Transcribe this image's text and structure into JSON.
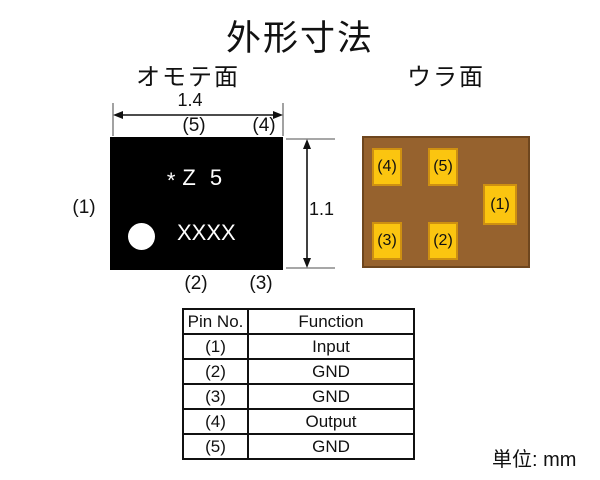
{
  "title": "外形寸法",
  "front": {
    "label": "オモテ面",
    "width_dim": "1.4",
    "height_dim": "1.1",
    "marking_star": "*",
    "marking_code": "Z 5",
    "marking_lot": "XXXX",
    "pin_labels": {
      "p1": "(1)",
      "p2": "(2)",
      "p3": "(3)",
      "p4": "(4)",
      "p5": "(5)"
    }
  },
  "back": {
    "label": "ウラ面",
    "pads": [
      "(4)",
      "(5)",
      "(1)",
      "(3)",
      "(2)"
    ]
  },
  "table": {
    "headers": [
      "Pin No.",
      "Function"
    ],
    "rows": [
      [
        "(1)",
        "Input"
      ],
      [
        "(2)",
        "GND"
      ],
      [
        "(3)",
        "GND"
      ],
      [
        "(4)",
        "Output"
      ],
      [
        "(5)",
        "GND"
      ]
    ]
  },
  "unit_label": "単位: mm",
  "colors": {
    "chip_body": "#000000",
    "chip_text": "#ffffff",
    "package_body": "#96622E",
    "package_border": "#6E461E",
    "pad_fill": "#FBC510",
    "pad_border": "#CE9011",
    "extension_line": "#8a8a8a",
    "dimension_line": "#111111"
  }
}
